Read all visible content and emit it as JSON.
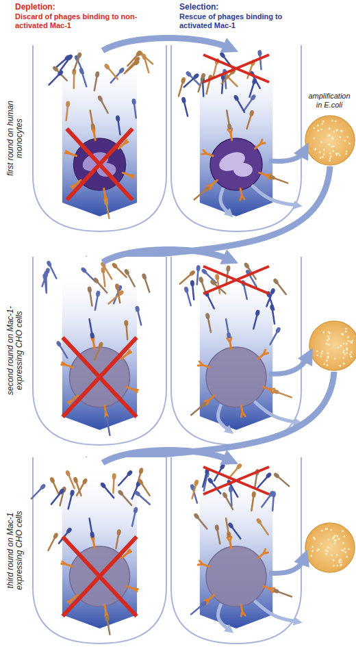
{
  "diagram": {
    "labels": [
      "Depletion:",
      "Discard of phages binding to non-activated Mac-1",
      "Selection:",
      "Rescue of phages binding to activated Mac-1",
      "first round on human monocytes",
      "second round on Mac-1-expressing CHO cells",
      "third round on Mac-1 expressing CHO cells",
      "amplification in E.coli"
    ]
  }
}
